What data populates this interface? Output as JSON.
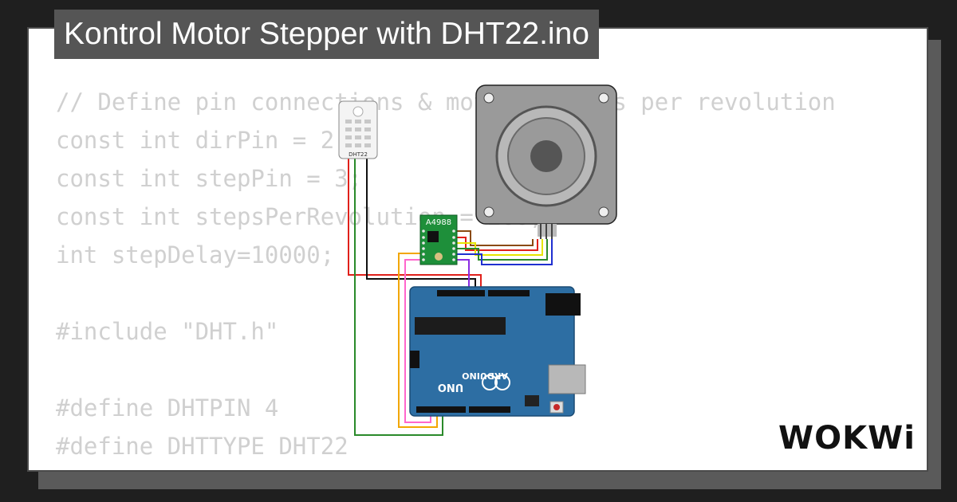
{
  "header": {
    "title": "Kontrol Motor Stepper with DHT22.ino"
  },
  "code": {
    "lines": [
      "// Define pin connections & motor's steps per revolution",
      "const int dirPin = 2;",
      "const int stepPin = 3;",
      "const int stepsPerRevolution = 200;",
      "int stepDelay=10000;",
      "",
      "#include \"DHT.h\"",
      "",
      "#define DHTPIN 4",
      "#define DHTTYPE DHT22"
    ]
  },
  "diagram": {
    "sensor": {
      "label": "DHT22"
    },
    "driver": {
      "label": "A4988"
    },
    "board": {
      "brand": "ARDUINO",
      "model": "UNO"
    }
  },
  "branding": {
    "logo": "WOKWi"
  },
  "colors": {
    "background": "#1f1f1f",
    "card": "#ffffff",
    "title_bg": "#555555",
    "code_text": "#d0d0d0",
    "board": "#2d6ea3",
    "driver": "#1e8f3a"
  }
}
